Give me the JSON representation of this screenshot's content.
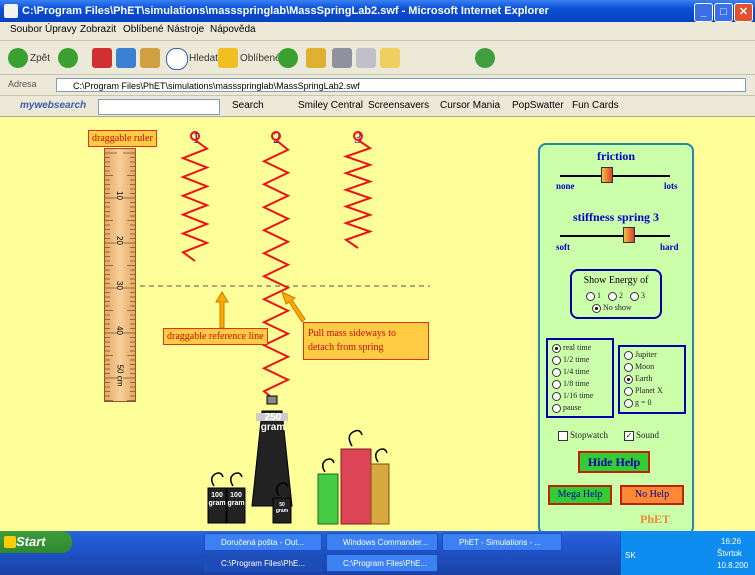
{
  "window": {
    "title": "C:\\Program Files\\PhET\\simulations\\massspringlab\\MassSpringLab2.swf - Microsoft Internet Explorer"
  },
  "menu": [
    "Soubor",
    "Úpravy",
    "Zobrazit",
    "Oblíbené",
    "Nástroje",
    "Nápověda"
  ],
  "toolbar": {
    "back": "Zpět",
    "search": "Hledat",
    "favorites": "Oblíbené"
  },
  "address": {
    "label": "Adresa",
    "value": "C:\\Program Files\\PhET\\simulations\\massspringlab\\MassSpringLab2.swf"
  },
  "links": {
    "brand": "mywebsearch",
    "search": "Search",
    "items": [
      "Smiley Central",
      "Screensavers",
      "Cursor Mania",
      "PopSwatter",
      "Fun Cards"
    ]
  },
  "sim": {
    "ruler_label": "draggable ruler",
    "ruler_ticks": [
      "10",
      "20",
      "30",
      "40",
      "50 cm"
    ],
    "spring_numbers": [
      "1",
      "2",
      "3"
    ],
    "ref_line_label": "draggable reference line",
    "detach_tip": "Pull mass sideways to detach from spring",
    "masses": [
      "250 gram",
      "100 gram",
      "100 gram",
      "50 gram"
    ],
    "friction": {
      "title": "friction",
      "min": "none",
      "max": "lots",
      "value": 0.42
    },
    "stiffness": {
      "title": "stiffness spring 3",
      "min": "soft",
      "max": "hard",
      "value": 0.62
    },
    "energy": {
      "title": "Show Energy of",
      "options": [
        "1",
        "2",
        "3"
      ],
      "no_show": "No show",
      "selected": "No show"
    },
    "time_options": [
      "real time",
      "1/2 time",
      "1/4 time",
      "1/8 time",
      "1/16 time",
      "pause"
    ],
    "time_selected": "real time",
    "planet_options": [
      "Jupiter",
      "Moon",
      "Earth",
      "Planet X",
      "g = 0"
    ],
    "planet_selected": "Earth",
    "stopwatch": "Stopwatch",
    "sound": "Sound",
    "sound_checked": true,
    "hide_help": "Hide Help",
    "mega_help": "Mega Help",
    "no_help": "No Help",
    "logo": "PhET"
  },
  "taskbar": {
    "start": "Start",
    "tasks_row1": [
      "Doručená pošta - Out...",
      "Windows Commander...",
      "PhET - Simulations - ..."
    ],
    "tasks_row2": [
      "C:\\Program Files\\PhE...",
      "C:\\Program Files\\PhE..."
    ],
    "lang": "SK",
    "time": "16:26",
    "day": "Štvrtok",
    "date": "10.8.200"
  },
  "colors": {
    "panel_bg": "#ccffaa",
    "sim_bg": "#ffff99",
    "spring": "#ee1111"
  }
}
